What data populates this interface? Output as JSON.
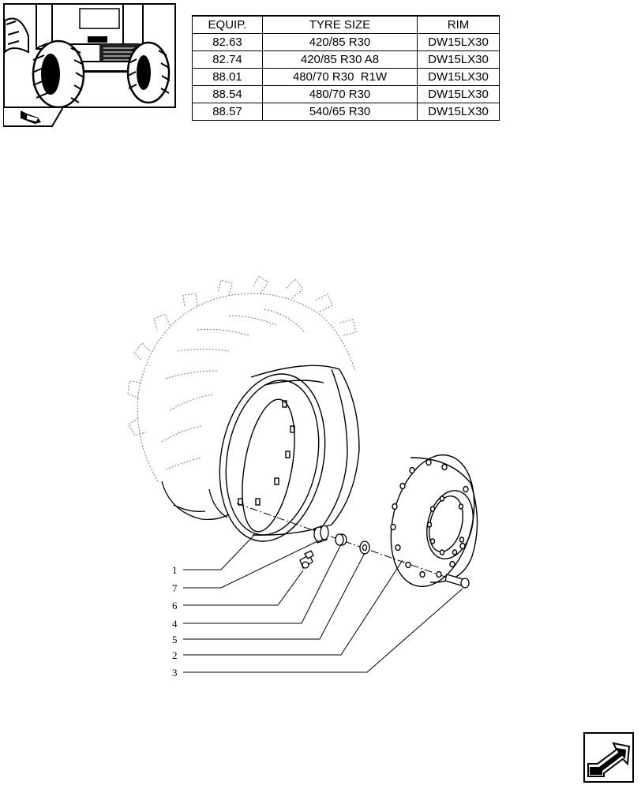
{
  "table": {
    "headers": [
      "EQUIP.",
      "TYRE SIZE",
      "RIM"
    ],
    "rows": [
      [
        "82.63",
        "420/85 R30",
        "DW15LX30"
      ],
      [
        "82.74",
        "420/85 R30 A8",
        "DW15LX30"
      ],
      [
        "88.01",
        "480/70 R30  R1W",
        "DW15LX30"
      ],
      [
        "88.54",
        "480/70 R30",
        "DW15LX30"
      ],
      [
        "88.57",
        "540/65 R30",
        "DW15LX30"
      ]
    ]
  },
  "callouts": [
    "1",
    "7",
    "6",
    "4",
    "5",
    "2",
    "3"
  ],
  "icons": {
    "thumbnail": "tractor-front-thumbnail",
    "tab": "flag-pointer-icon",
    "nav": "next-page-arrow-icon"
  }
}
